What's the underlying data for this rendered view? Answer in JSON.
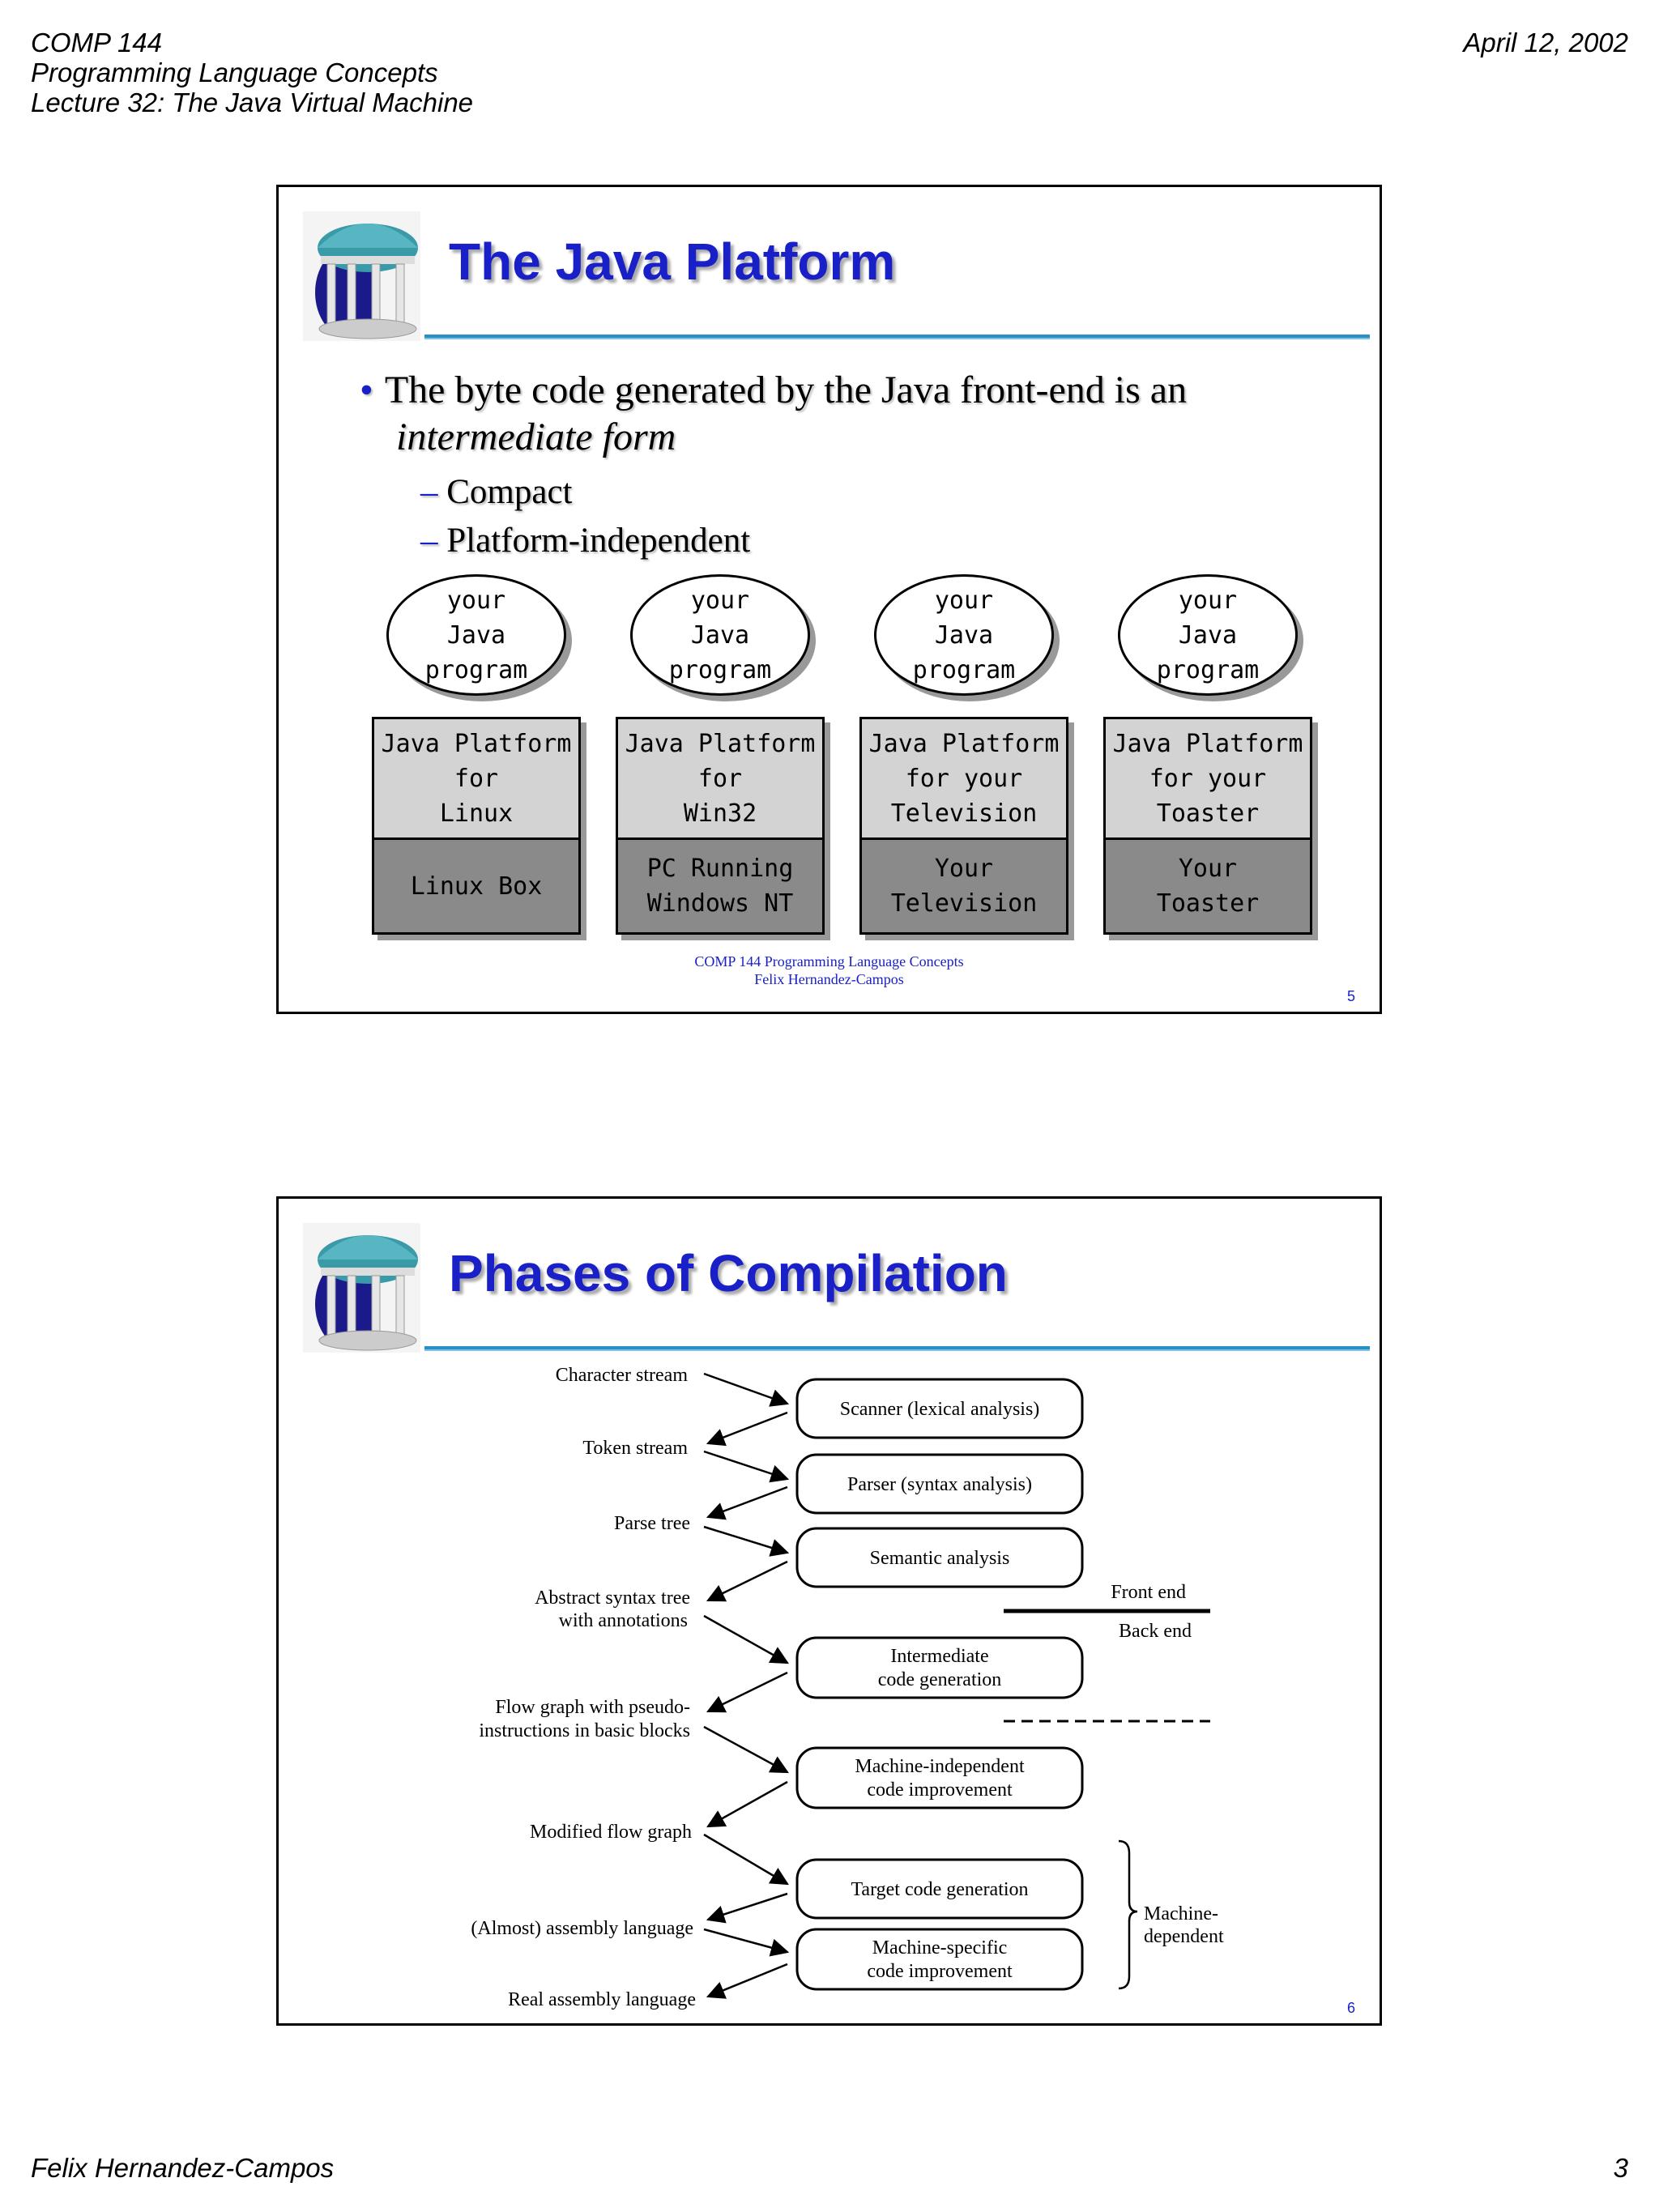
{
  "header": {
    "left_lines": [
      "COMP 144",
      "Programming Language Concepts",
      "Lecture 32: The Java Virtual Machine"
    ],
    "date": "April 12, 2002"
  },
  "footer": {
    "author": "Felix Hernandez-Campos",
    "page": "3"
  },
  "slide1": {
    "title": "The Java Platform",
    "bullet_main": "The byte code generated by the Java  front-end is an",
    "bullet_italic": "intermediate form",
    "subbullets": [
      "Compact",
      "Platform-independent"
    ],
    "stacks": [
      {
        "program": "your\nJava\nprogram",
        "platform": "Java Platform\nfor\nLinux",
        "hardware": "Linux Box"
      },
      {
        "program": "your\nJava\nprogram",
        "platform": "Java Platform\nfor\nWin32",
        "hardware": "PC Running\nWindows NT"
      },
      {
        "program": "your\nJava\nprogram",
        "platform": "Java Platform\nfor your\nTelevision",
        "hardware": "Your\nTelevision"
      },
      {
        "program": "your\nJava\nprogram",
        "platform": "Java Platform\nfor your\nToaster",
        "hardware": "Your\nToaster"
      }
    ],
    "credit_line1": "COMP 144 Programming Language Concepts",
    "credit_line2": "Felix  Hernandez-Campos",
    "page_num": "5"
  },
  "slide2": {
    "title": "Phases of Compilation",
    "streams": [
      "Character stream",
      "Token stream",
      "Parse tree",
      "Abstract syntax tree",
      "with annotations",
      "Flow graph with pseudo-",
      "instructions in basic blocks",
      "Modified flow graph",
      "(Almost) assembly language",
      "Real assembly language"
    ],
    "phases": [
      "Scanner (lexical analysis)",
      "Parser (syntax analysis)",
      "Semantic analysis",
      "Intermediate",
      "code generation",
      "Machine-independent",
      "code improvement",
      "Target code generation",
      "Machine-specific",
      "code improvement"
    ],
    "front_end": "Front end",
    "back_end": "Back end",
    "machine_dependent_1": "Machine-",
    "machine_dependent_2": "dependent",
    "page_num": "6"
  }
}
